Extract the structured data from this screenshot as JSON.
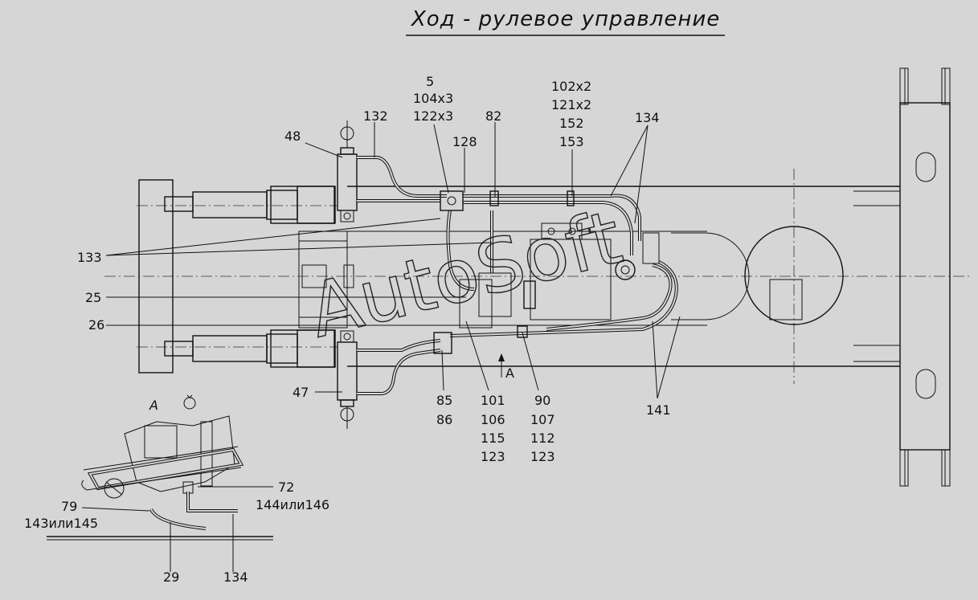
{
  "title": "Ход - рулевое управление",
  "watermark": "AutoSoft",
  "view_label": "A",
  "section_view_label": "A",
  "callouts": {
    "c48": "48",
    "c132": "132",
    "c5": "5",
    "c104x3": "104x3",
    "c122x3": "122x3",
    "c82": "82",
    "c128": "128",
    "c102x2": "102x2",
    "c121x2": "121x2",
    "c152": "152",
    "c153": "153",
    "c134_top": "134",
    "c133": "133",
    "c25": "25",
    "c26": "26",
    "c47": "47",
    "c85": "85",
    "c86": "86",
    "c101": "101",
    "c106": "106",
    "c115": "115",
    "c123a": "123",
    "c90": "90",
    "c107": "107",
    "c112": "112",
    "c123b": "123",
    "c141": "141",
    "c72": "72",
    "c144or146": "144или146",
    "c79": "79",
    "c143or145": "143или145",
    "c29": "29",
    "c134_bottom": "134"
  }
}
